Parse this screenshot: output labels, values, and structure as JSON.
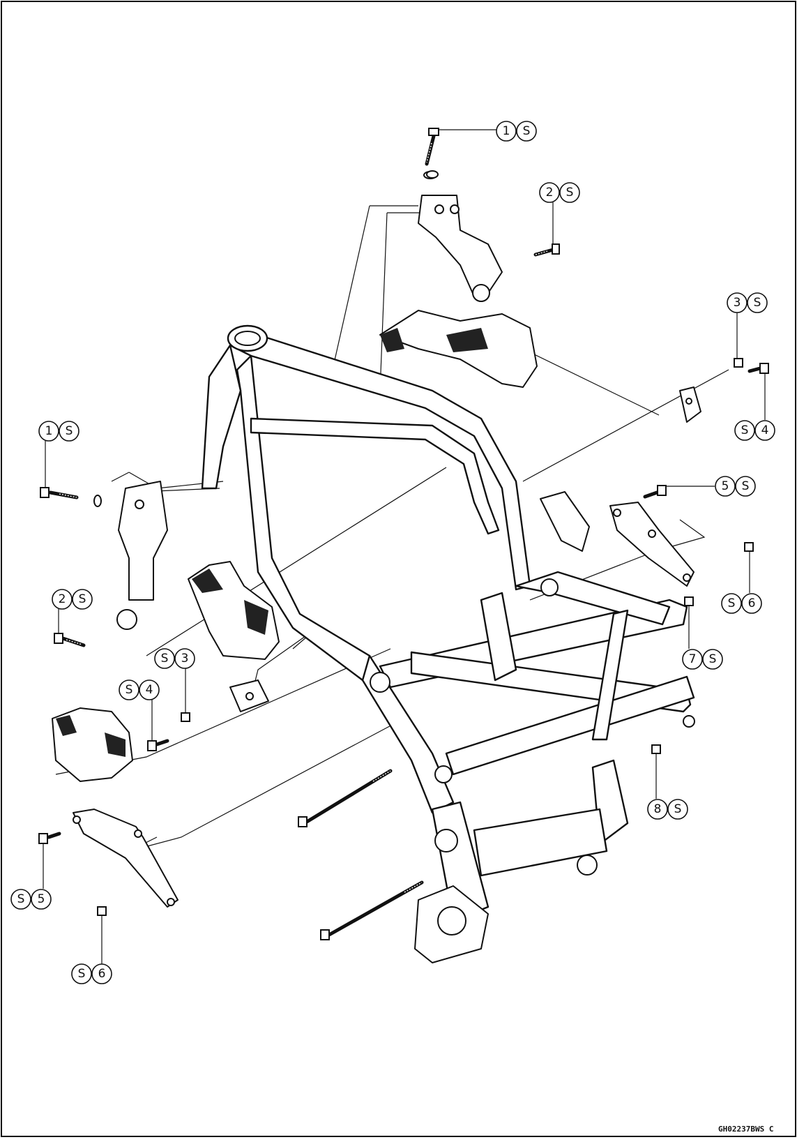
{
  "diagram": {
    "callouts": [
      {
        "id": "c1",
        "items": [
          "1",
          "S"
        ]
      },
      {
        "id": "c2",
        "items": [
          "2",
          "S"
        ]
      },
      {
        "id": "c3",
        "items": [
          "3",
          "S"
        ]
      },
      {
        "id": "c4",
        "items": [
          "S",
          "4"
        ]
      },
      {
        "id": "c5",
        "items": [
          "1",
          "S"
        ]
      },
      {
        "id": "c6",
        "items": [
          "5",
          "S"
        ]
      },
      {
        "id": "c7",
        "items": [
          "2",
          "S"
        ]
      },
      {
        "id": "c8",
        "items": [
          "S",
          "6"
        ]
      },
      {
        "id": "c9",
        "items": [
          "S",
          "3"
        ]
      },
      {
        "id": "c10",
        "items": [
          "7",
          "S"
        ]
      },
      {
        "id": "c11",
        "items": [
          "S",
          "4"
        ]
      },
      {
        "id": "c12",
        "items": [
          "8",
          "S"
        ]
      },
      {
        "id": "c13",
        "items": [
          "S",
          "5"
        ]
      },
      {
        "id": "c14",
        "items": [
          "S",
          "6"
        ]
      }
    ],
    "figure_code": "GH02237BWS C"
  }
}
